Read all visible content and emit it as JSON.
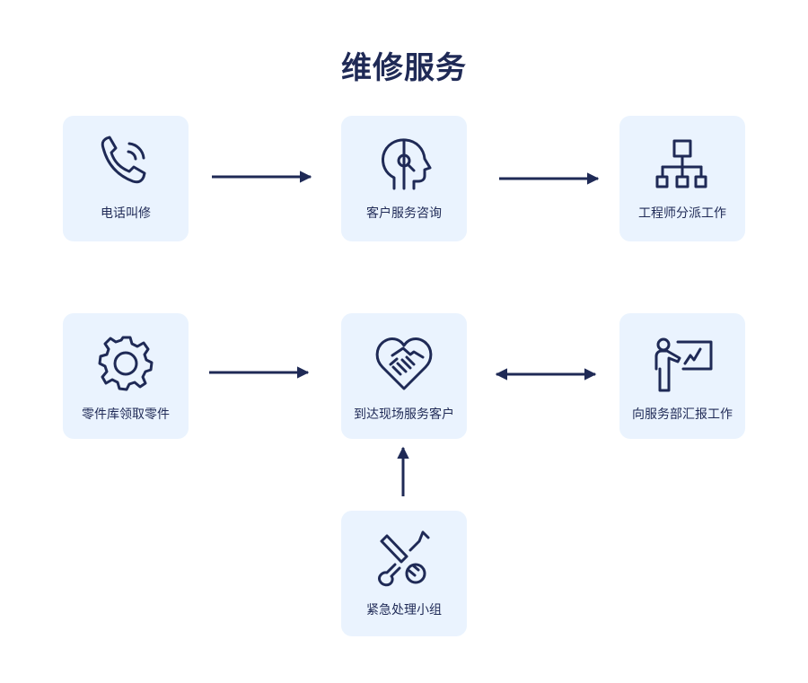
{
  "title": "维修服务",
  "nodes": {
    "phone_call": {
      "label": "电话叫修",
      "icon": "phone-icon"
    },
    "customer_service": {
      "label": "客户服务咨询",
      "icon": "consult-head-icon"
    },
    "dispatch": {
      "label": "工程师分派工作",
      "icon": "org-chart-icon"
    },
    "parts": {
      "label": "零件库领取零件",
      "icon": "gear-icon"
    },
    "onsite": {
      "label": "到达现场服务客户",
      "icon": "handshake-heart-icon"
    },
    "report": {
      "label": "向服务部汇报工作",
      "icon": "presenter-chart-icon"
    },
    "emergency": {
      "label": "紧急处理小组",
      "icon": "wrench-screwdriver-icon"
    }
  },
  "edges": [
    {
      "from": "电话叫修",
      "to": "客户服务咨询",
      "direction": "forward"
    },
    {
      "from": "客户服务咨询",
      "to": "工程师分派工作",
      "direction": "forward"
    },
    {
      "from": "零件库领取零件",
      "to": "到达现场服务客户",
      "direction": "forward"
    },
    {
      "from": "到达现场服务客户",
      "to": "向服务部汇报工作",
      "direction": "both"
    },
    {
      "from": "紧急处理小组",
      "to": "到达现场服务客户",
      "direction": "forward"
    }
  ],
  "colors": {
    "ink": "#1f2a56",
    "card": "#eaf3fe",
    "background": "#ffffff"
  }
}
